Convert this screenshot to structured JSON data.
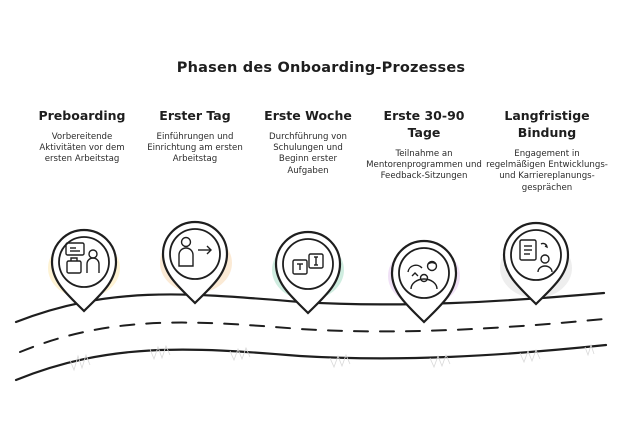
{
  "title": "Phasen des Onboarding-Prozesses",
  "phases": [
    {
      "title": "Preboarding",
      "description": "Vorbereitende Aktivitäten vor dem ersten Arbeitstag",
      "icon": "badge-luggage-person-icon",
      "color": "#fde9b0"
    },
    {
      "title": "Erster Tag",
      "description": "Einführungen und Einrichtung am ersten Arbeitstag",
      "icon": "person-arrow-icon",
      "color": "#f7d9b3"
    },
    {
      "title": "Erste Woche",
      "description": "Durchführung von Schulungen und Beginn erster Aufgaben",
      "icon": "training-boards-icon",
      "color": "#bfe7d6"
    },
    {
      "title": "Erste 30-90 Tage",
      "description": "Teilnahme an Mentorenprogrammen und Feedback-Sitzungen",
      "icon": "mentoring-icon",
      "color": "#e9d4f2"
    },
    {
      "title": "Langfristige Bindung",
      "description": "Engagement in regelmäßigen Entwicklungs- und Karriereplanungs-gesprächen",
      "icon": "checklist-person-icon",
      "color": "#e3e3e3"
    }
  ]
}
